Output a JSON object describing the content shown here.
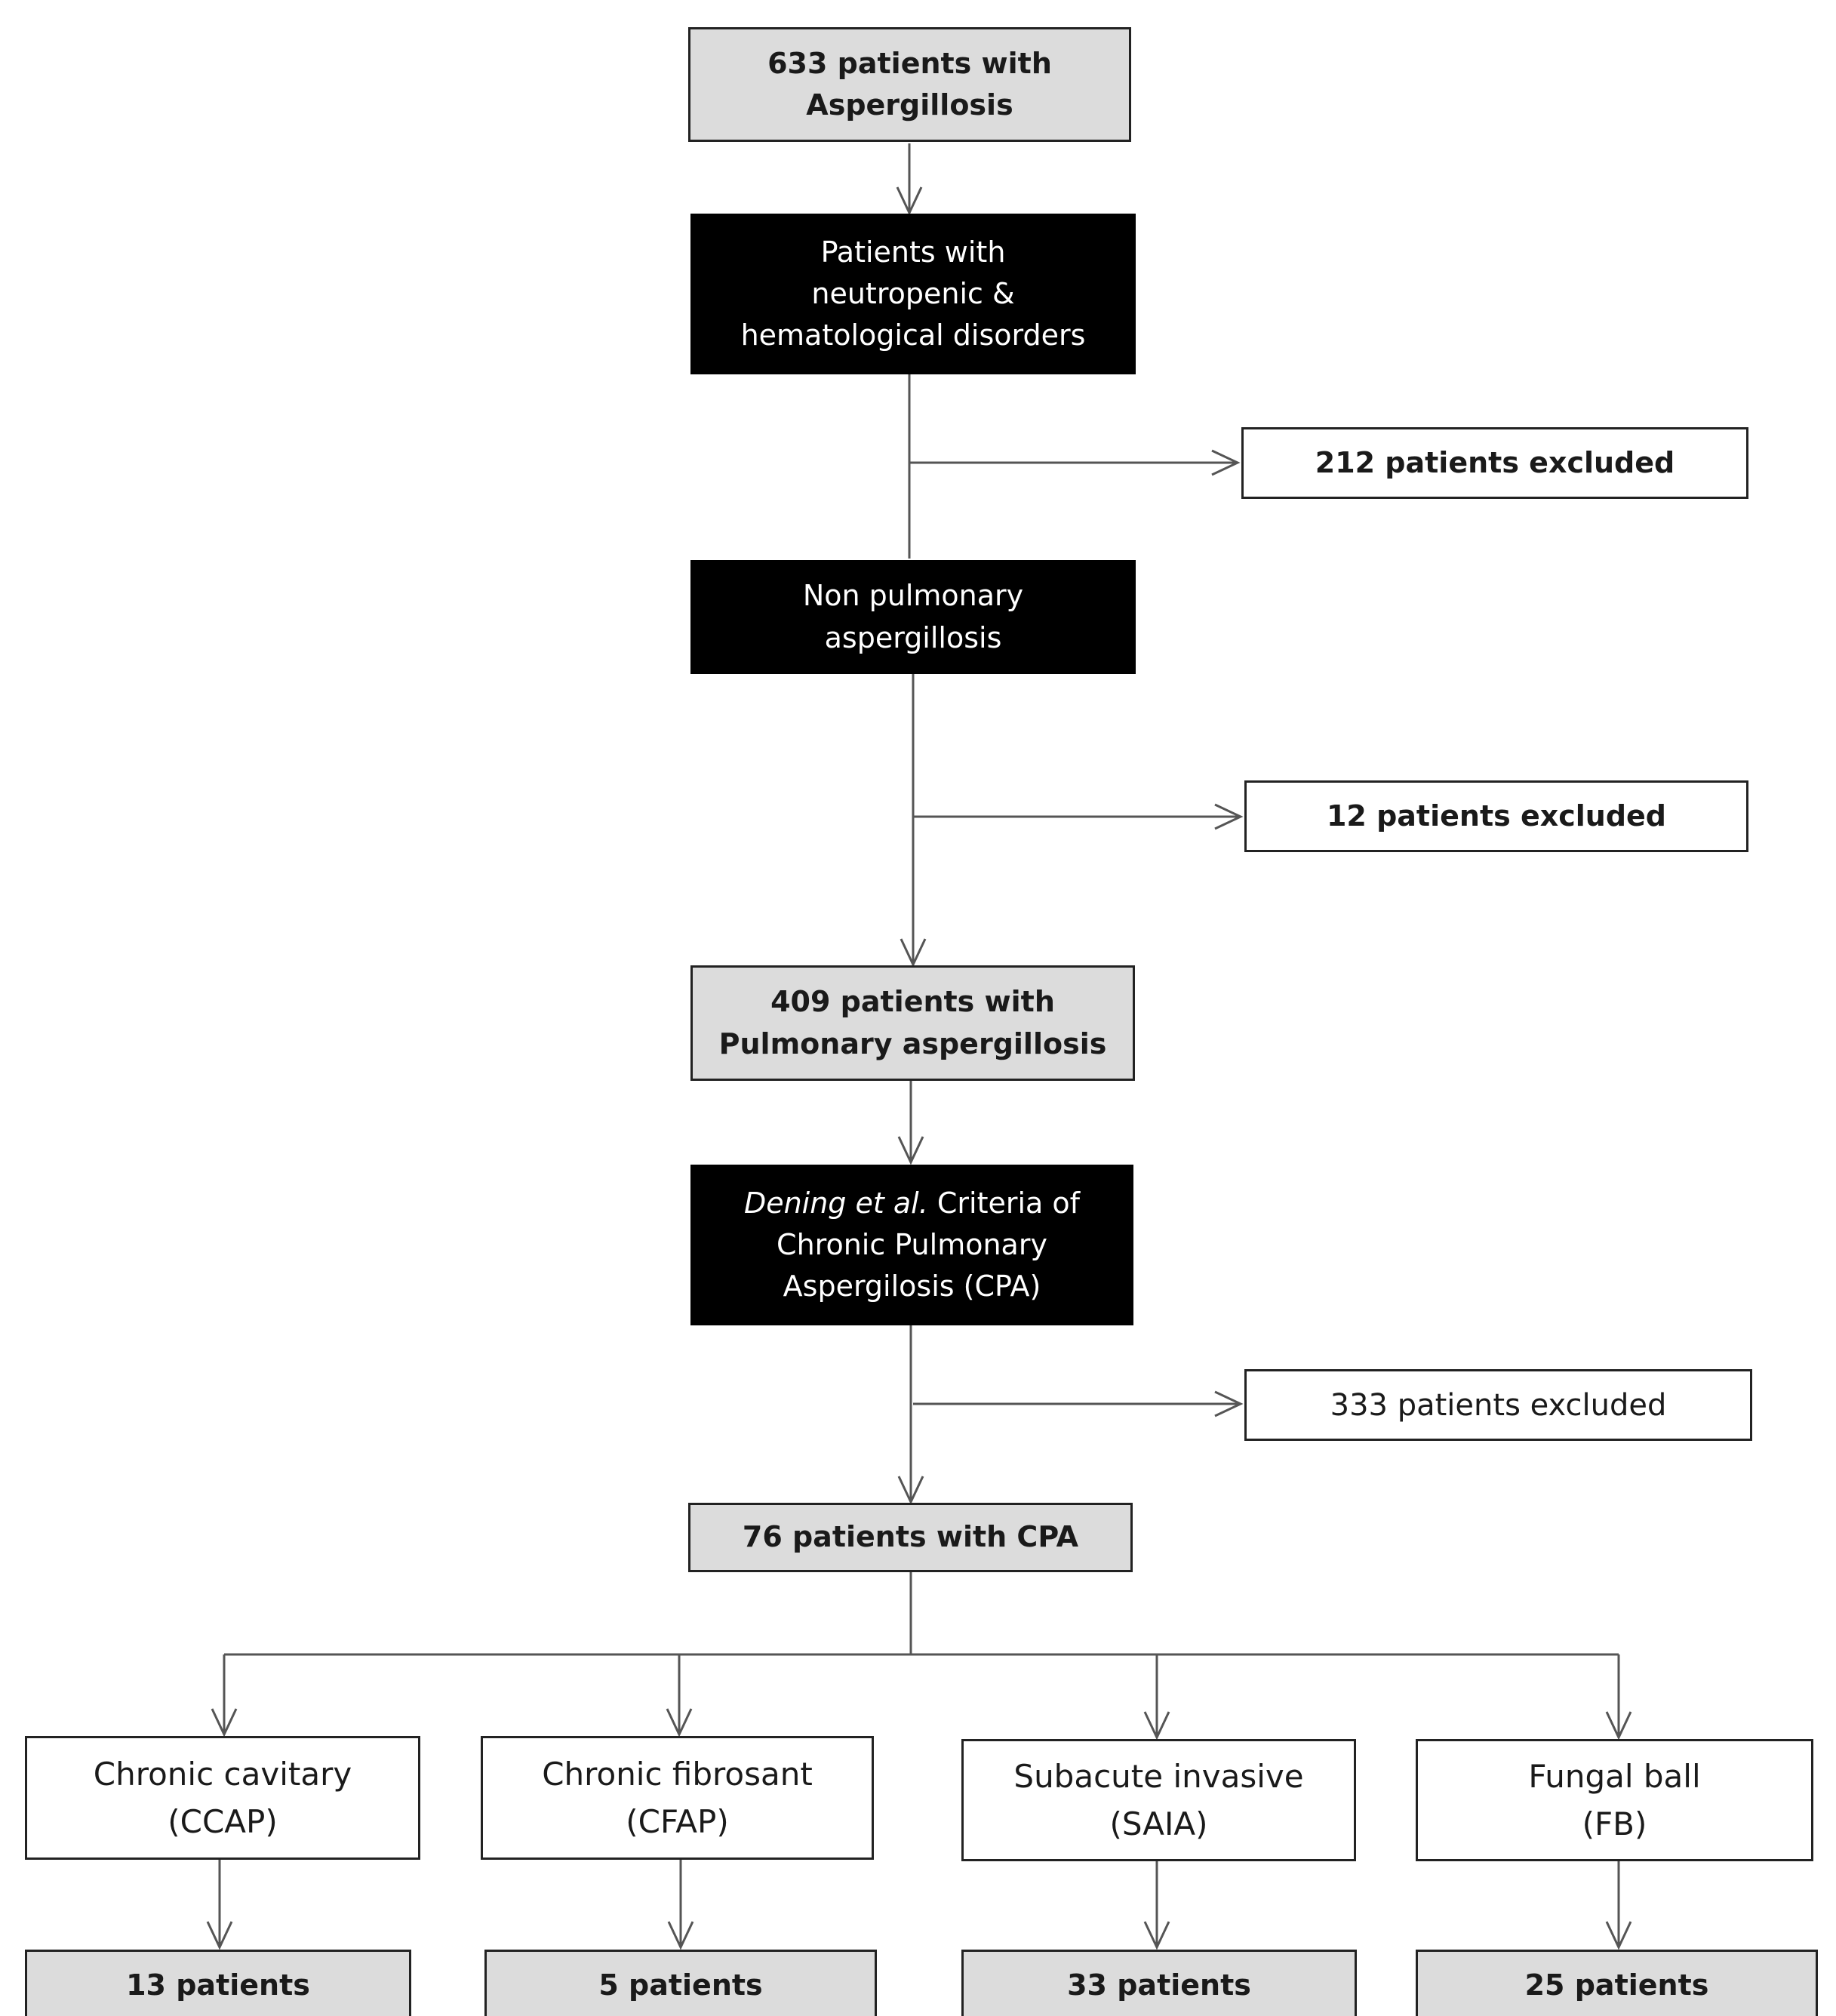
{
  "boxes": {
    "start": {
      "line1": "633 patients with",
      "line2": "Aspergillosis"
    },
    "neutropenic": {
      "line1": "Patients with",
      "line2": "neutropenic &",
      "line3": "hematological disorders"
    },
    "excluded1": {
      "text": "212 patients excluded"
    },
    "nonpulmonary": {
      "line1": "Non pulmonary",
      "line2": "aspergillosis"
    },
    "excluded2": {
      "text": "12 patients excluded"
    },
    "pulmonary": {
      "line1": "409 patients with",
      "line2": "Pulmonary aspergillosis"
    },
    "criteria": {
      "line1_italic": "Dening et al.",
      "line1_rest": " Criteria of",
      "line2": "Chronic Pulmonary",
      "line3": "Aspergilosis (CPA)"
    },
    "excluded3": {
      "text": "333 patients excluded"
    },
    "cpa": {
      "text": "76 patients with CPA"
    }
  },
  "categories": [
    {
      "line1": "Chronic cavitary",
      "line2": "(CCAP)",
      "result": "13 patients"
    },
    {
      "line1": "Chronic fibrosant",
      "line2": "(CFAP)",
      "result": "5 patients"
    },
    {
      "line1": "Subacute invasive",
      "line2": "(SAIA)",
      "result": "33 patients"
    },
    {
      "line1": "Fungal ball",
      "line2": "(FB)",
      "result": "25 patients"
    }
  ]
}
